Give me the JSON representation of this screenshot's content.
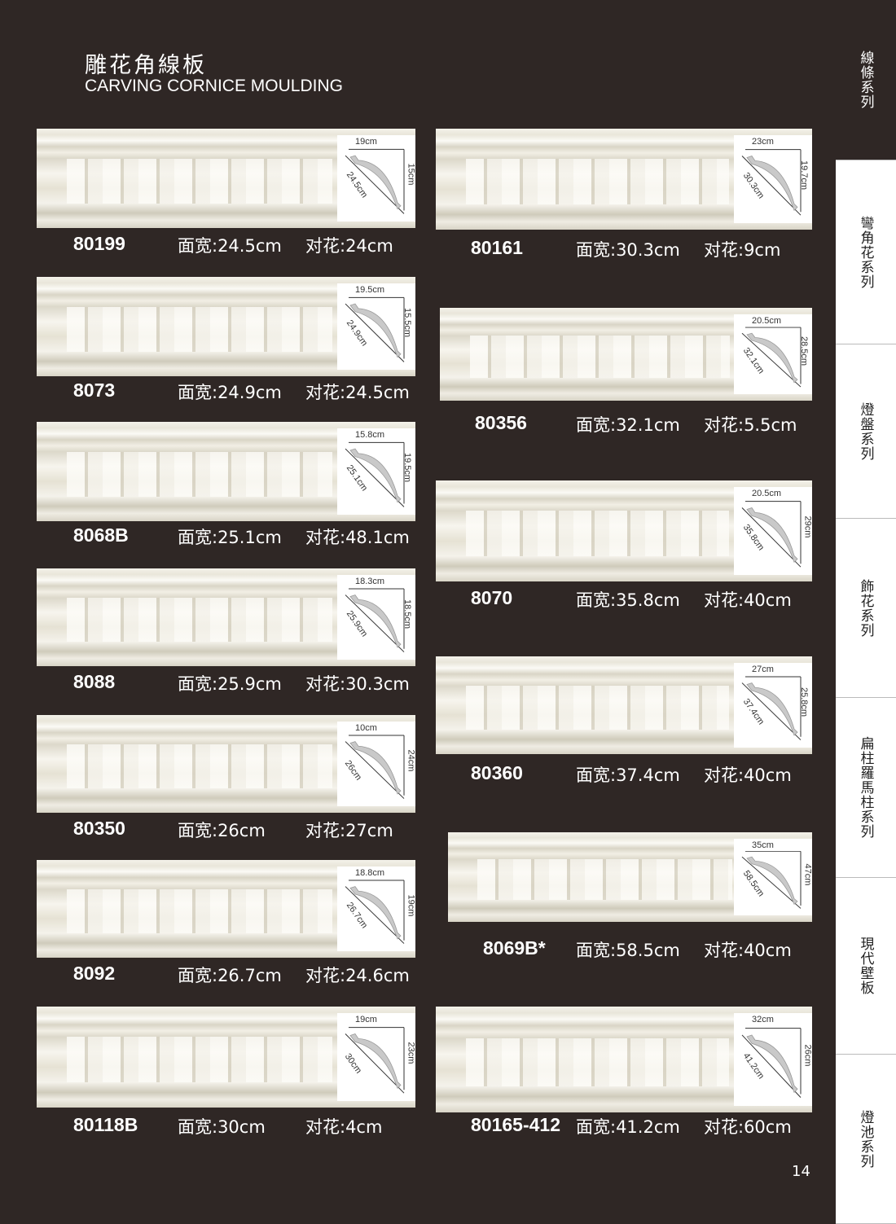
{
  "header": {
    "title_zh": "雕花角線板",
    "title_en": "CARVING CORNICE MOULDING"
  },
  "sidebar": {
    "tabs": [
      {
        "label": "線條系列",
        "active": true
      },
      {
        "label": "彎角花系列"
      },
      {
        "label": "燈盤系列"
      },
      {
        "label": "飾花系列"
      },
      {
        "label": "扁柱羅馬柱系列"
      },
      {
        "label": "現代壁板"
      },
      {
        "label": "燈池系列"
      }
    ]
  },
  "page_number": "14",
  "products": [
    {
      "code": "80199",
      "width_label": "面宽:24.5cm",
      "pattern_label": "对花:24cm",
      "dims": {
        "w": "19cm",
        "h": "15cm",
        "d": "24.5cm"
      }
    },
    {
      "code": "8073",
      "width_label": "面宽:24.9cm",
      "pattern_label": "对花:24.5cm",
      "dims": {
        "w": "19.5cm",
        "h": "15.5cm",
        "d": "24.9cm"
      }
    },
    {
      "code": "8068B",
      "width_label": "面宽:25.1cm",
      "pattern_label": "对花:48.1cm",
      "dims": {
        "w": "15.8cm",
        "h": "19.5cm",
        "d": "25.1cm"
      }
    },
    {
      "code": "8088",
      "width_label": "面宽:25.9cm",
      "pattern_label": "对花:30.3cm",
      "dims": {
        "w": "18.3cm",
        "h": "18.5cm",
        "d": "25.9cm"
      }
    },
    {
      "code": "80350",
      "width_label": "面宽:26cm",
      "pattern_label": "对花:27cm",
      "dims": {
        "w": "10cm",
        "h": "24cm",
        "d": "26cm"
      }
    },
    {
      "code": "8092",
      "width_label": "面宽:26.7cm",
      "pattern_label": "对花:24.6cm",
      "dims": {
        "w": "18.8cm",
        "h": "19cm",
        "d": "26.7cm"
      }
    },
    {
      "code": "80118B",
      "width_label": "面宽:30cm",
      "pattern_label": "对花:4cm",
      "dims": {
        "w": "19cm",
        "h": "23cm",
        "d": "30cm"
      }
    },
    {
      "code": "80161",
      "width_label": "面宽:30.3cm",
      "pattern_label": "对花:9cm",
      "dims": {
        "w": "23cm",
        "h": "19.7cm",
        "d": "30.3cm"
      }
    },
    {
      "code": "80356",
      "width_label": "面宽:32.1cm",
      "pattern_label": "对花:5.5cm",
      "dims": {
        "w": "20.5cm",
        "h": "28.5cm",
        "d": "32.1cm"
      }
    },
    {
      "code": "8070",
      "width_label": "面宽:35.8cm",
      "pattern_label": "对花:40cm",
      "dims": {
        "w": "20.5cm",
        "h": "29cm",
        "d": "35.8cm"
      }
    },
    {
      "code": "80360",
      "width_label": "面宽:37.4cm",
      "pattern_label": "对花:40cm",
      "dims": {
        "w": "27cm",
        "h": "25.8cm",
        "d": "37.4cm"
      }
    },
    {
      "code": "8069B*",
      "width_label": "面宽:58.5cm",
      "pattern_label": "对花:40cm",
      "dims": {
        "w": "35cm",
        "h": "47cm",
        "d": "58.5cm"
      }
    },
    {
      "code": "80165-412",
      "width_label": "面宽:41.2cm",
      "pattern_label": "对花:60cm",
      "dims": {
        "w": "32cm",
        "h": "26cm",
        "d": "41.2cm"
      }
    }
  ]
}
